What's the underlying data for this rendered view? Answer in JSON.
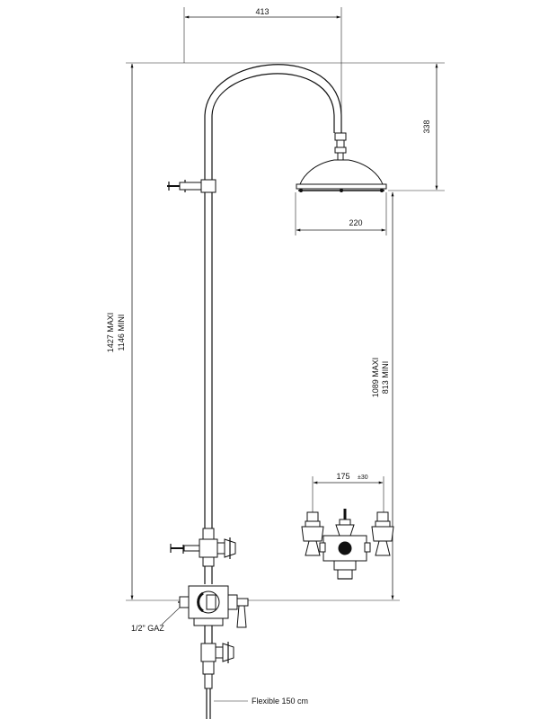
{
  "dimensions": {
    "head_offset": "413",
    "head_drop": "338",
    "head_diameter": "220",
    "column_height_max": "1427 MAXI",
    "column_height_min": "1146 MINI",
    "head_height_max": "1089 MAXI",
    "head_height_min": "813 MINI",
    "valve_spacing": "175",
    "valve_spacing_tol": "±30"
  },
  "labels": {
    "gas_inlet": "1/2\" GAZ",
    "flexible": "Flexible 150 cm"
  }
}
